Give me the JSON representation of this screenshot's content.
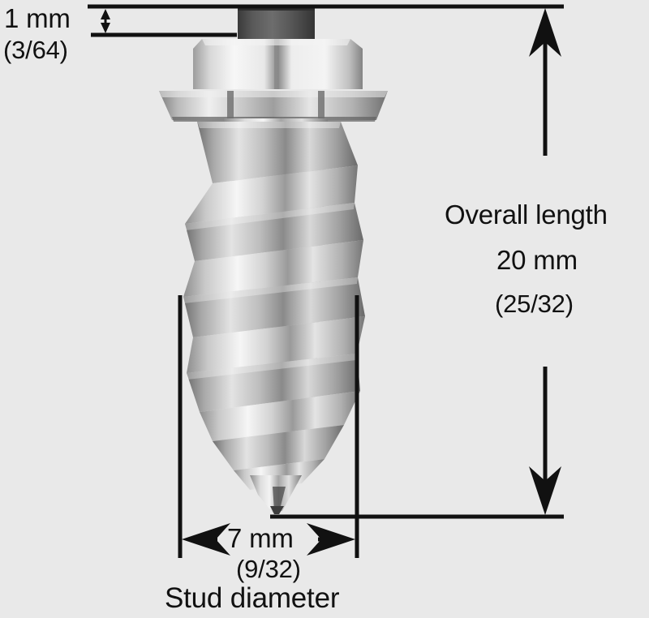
{
  "diagram": {
    "subject": "tire stud screw",
    "background_color": "#e9e9e9",
    "line_color": "#111111"
  },
  "annotations": {
    "head_height": {
      "value": "1 mm",
      "imperial": "(3/64)",
      "name": "head-height-dimension"
    },
    "overall_length": {
      "caption": "Overall length",
      "value": "20 mm",
      "imperial": "(25/32)",
      "name": "overall-length-dimension"
    },
    "stud_diameter": {
      "value": "7 mm",
      "imperial": "(9/32)",
      "caption": "Stud diameter",
      "name": "stud-diameter-dimension"
    }
  },
  "icons": {
    "arrow_up": "arrow-up-icon",
    "arrow_down": "arrow-down-icon",
    "arrow_left": "arrow-left-icon",
    "arrow_right": "arrow-right-icon",
    "double_arrow_vertical": "double-arrow-vertical-icon"
  }
}
